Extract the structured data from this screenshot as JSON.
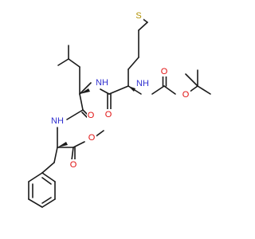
{
  "molecule": {
    "atoms": {
      "sulfur": "S",
      "carbamate_nh": "NH",
      "amide_nh_upper": "NH",
      "amide_nh_lower": "NH",
      "carbamate_carbonyl_o": "O",
      "carbamate_ether_o": "O",
      "amide_o_upper": "O",
      "amide_o_lower": "O",
      "ester_carbonyl_o": "O",
      "ester_ether_o": "O"
    },
    "colors": {
      "bond": "#1a1a1a",
      "nitrogen": "#3030d0",
      "oxygen": "#e01010",
      "sulfur": "#b09000"
    }
  }
}
